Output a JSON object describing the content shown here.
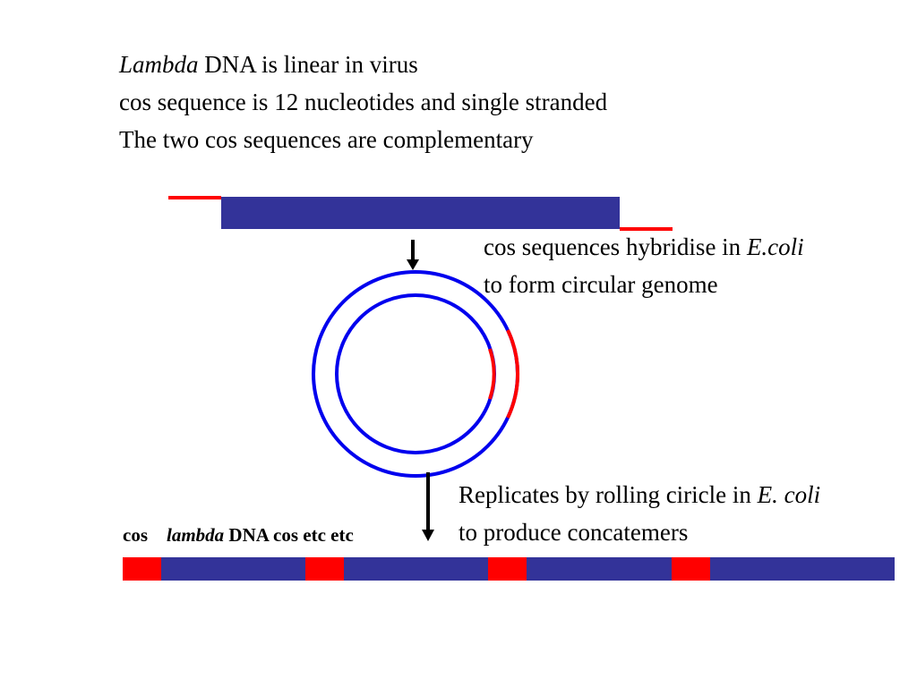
{
  "intro": {
    "line1_italic": "Lambda",
    "line1_rest": " DNA is linear in virus",
    "line2": "cos sequence is 12 nucleotides and single stranded",
    "line3": "The two cos sequences are complementary"
  },
  "hybridise": {
    "line1_prefix": "cos sequences hybridise in ",
    "line1_italic": "E.coli",
    "line2": "to form circular genome"
  },
  "replicate": {
    "line1_prefix": "Replicates by rolling ciricle in ",
    "line1_italic": "E. coli",
    "line2": "to produce concatemers"
  },
  "caption": {
    "cos": "cos",
    "lambda_italic": "lambda",
    "rest": " DNA cos etc etc"
  },
  "colors": {
    "dna_bar": "#333399",
    "cos_segment": "#ff0000",
    "circle_strand": "#0000ee",
    "arrow": "#000000"
  },
  "concatemer": {
    "repeat_units": 4
  }
}
